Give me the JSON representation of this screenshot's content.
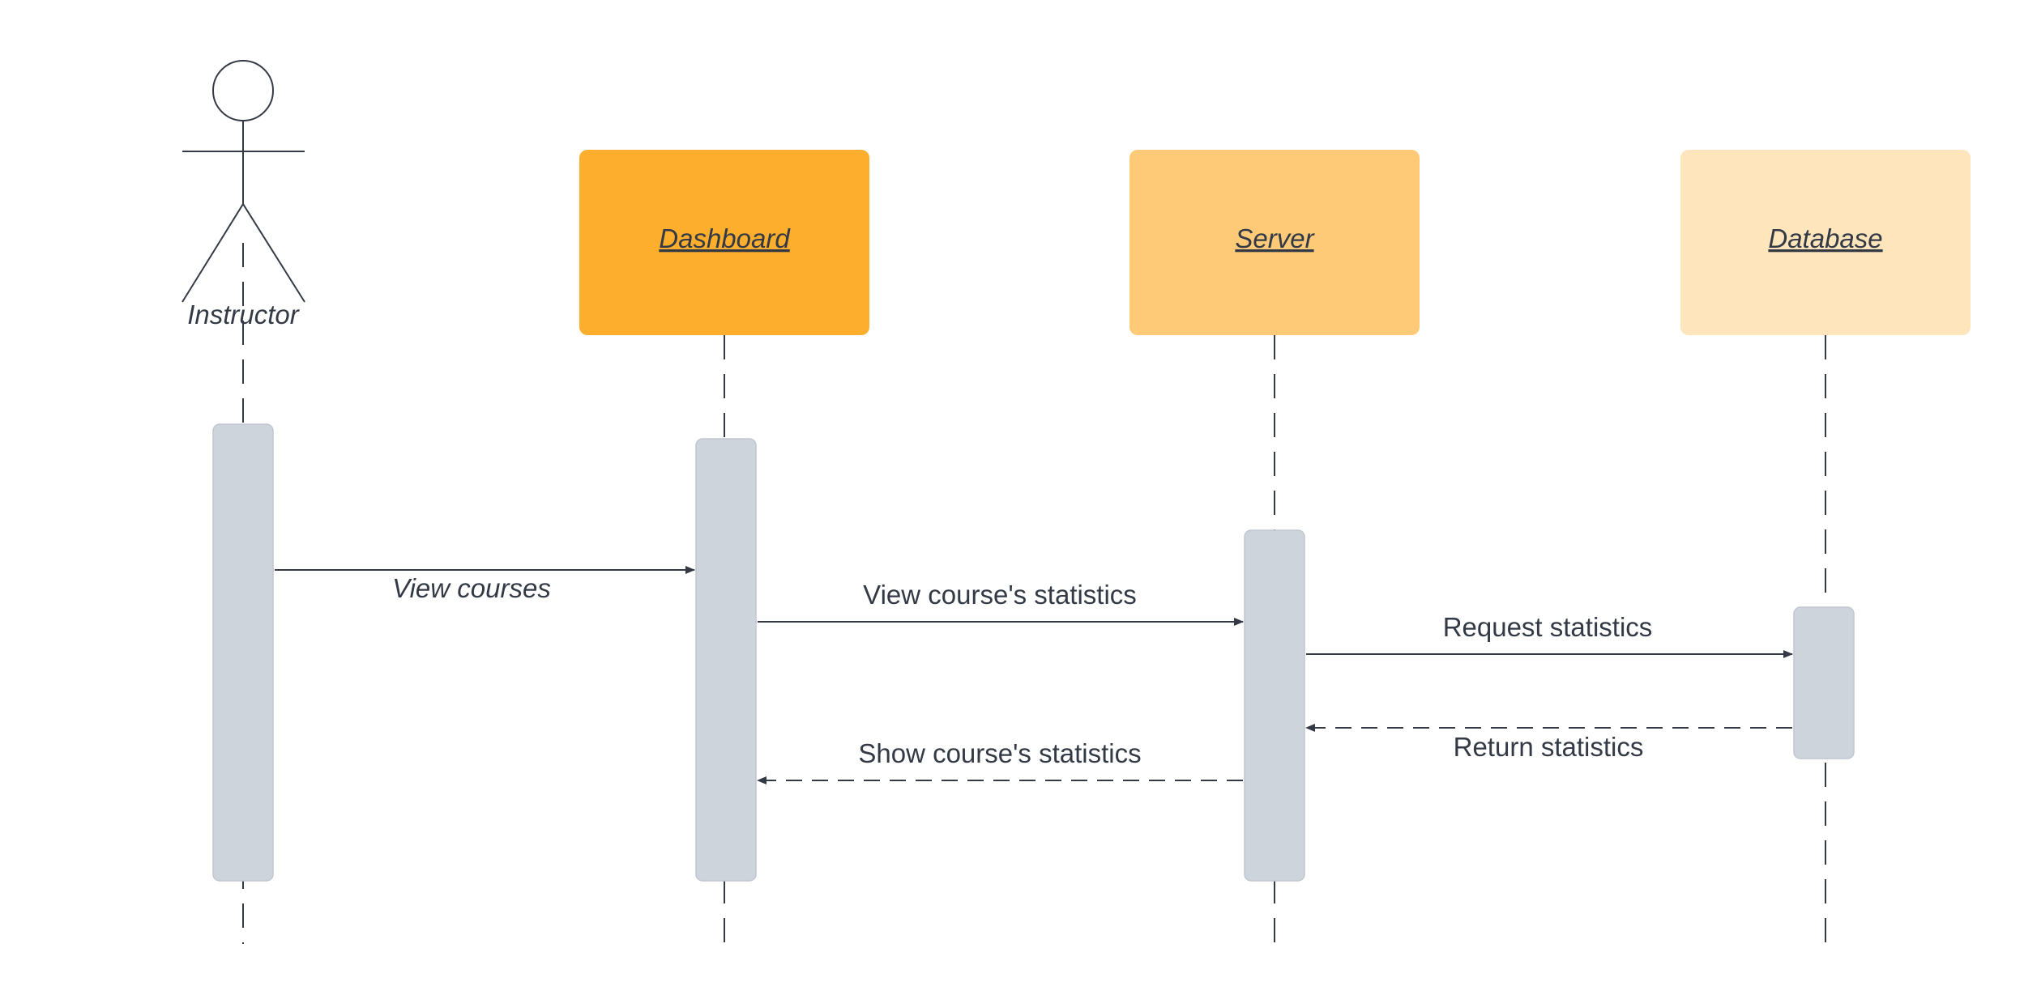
{
  "actor": {
    "name": "Instructor"
  },
  "objects": {
    "dashboard": {
      "name": "Dashboard",
      "color": "#fdae2c"
    },
    "server": {
      "name": "Server",
      "color": "#feca78"
    },
    "database": {
      "name": "Database",
      "color": "#ffe5bc"
    }
  },
  "messages": {
    "view_courses": "View courses",
    "view_stats": "View course's statistics",
    "request_stats": "Request statistics",
    "return_stats": "Return statistics",
    "show_stats": "Show course's statistics"
  },
  "colors": {
    "activation": "#ced4dc",
    "line": "#333a45"
  }
}
